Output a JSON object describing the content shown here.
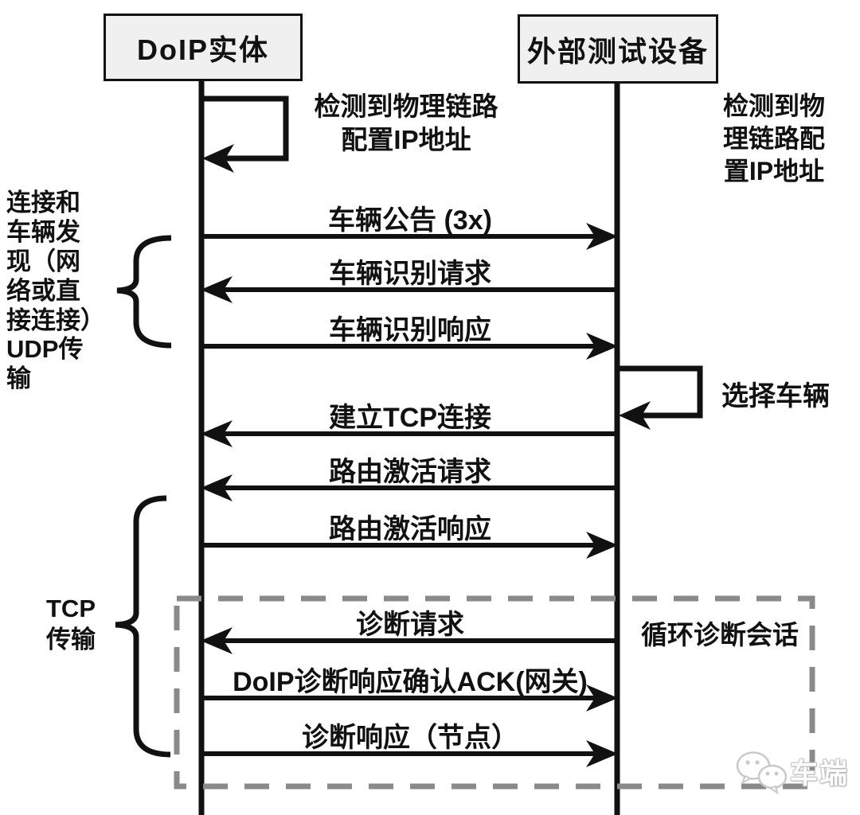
{
  "diagram": {
    "type": "sequence",
    "actors": [
      {
        "id": "doip-entity",
        "label": "DoIP实体"
      },
      {
        "id": "external-tester",
        "label": "外部测试设备"
      }
    ],
    "self_messages": [
      {
        "actor": "DoIP实体",
        "label": "检测到物理链路\n配置IP地址"
      },
      {
        "actor": "外部测试设备",
        "label": "检测到物\n理链路配\n置IP地址"
      },
      {
        "actor": "外部测试设备",
        "label": "选择车辆"
      }
    ],
    "messages": [
      {
        "from": "DoIP实体",
        "to": "外部测试设备",
        "label": "车辆公告 (3x)"
      },
      {
        "from": "外部测试设备",
        "to": "DoIP实体",
        "label": "车辆识别请求"
      },
      {
        "from": "DoIP实体",
        "to": "外部测试设备",
        "label": "车辆识别响应"
      },
      {
        "from": "外部测试设备",
        "to": "DoIP实体",
        "label": "建立TCP连接"
      },
      {
        "from": "外部测试设备",
        "to": "DoIP实体",
        "label": "路由激活请求"
      },
      {
        "from": "DoIP实体",
        "to": "外部测试设备",
        "label": "路由激活响应"
      },
      {
        "from": "外部测试设备",
        "to": "DoIP实体",
        "label": "诊断请求"
      },
      {
        "from": "DoIP实体",
        "to": "外部测试设备",
        "label": "DoIP诊断响应确认ACK(网关)"
      },
      {
        "from": "DoIP实体",
        "to": "外部测试设备",
        "label": "诊断响应（节点）"
      }
    ],
    "phases": [
      {
        "id": "udp",
        "label": "连接和\n车辆发\n现（网\n络或直\n接连接）\nUDP传\n输"
      },
      {
        "id": "tcp",
        "label": "TCP\n传输"
      }
    ],
    "loop_frame_label": "循环诊断会话",
    "watermark": {
      "label": "车端"
    },
    "colors": {
      "line": "#111111",
      "actor_box_fill": "#f0f0f0",
      "dashed_frame": "#8a8a8a"
    }
  }
}
